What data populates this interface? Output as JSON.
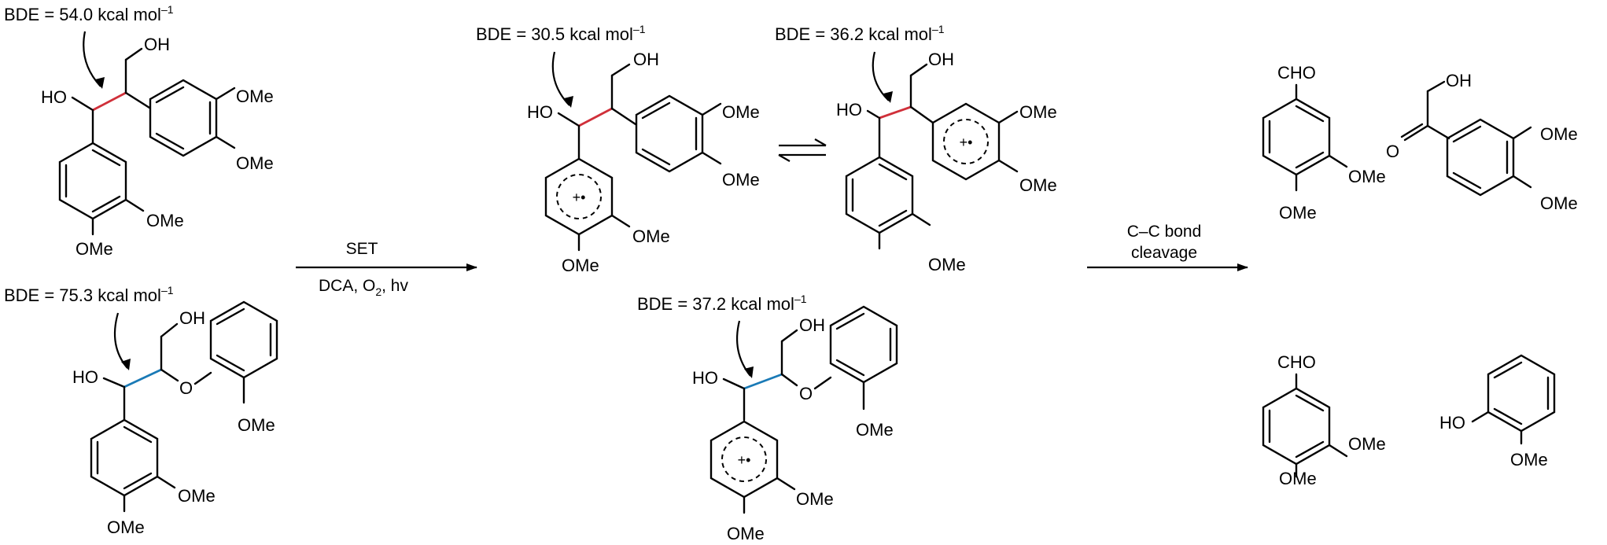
{
  "bde_labels": {
    "m1": "BDE = 54.0 kcal mol",
    "m2": "BDE = 75.3 kcal mol",
    "m3": "BDE = 30.5 kcal mol",
    "m4": "BDE = 36.2 kcal mol",
    "m5": "BDE = 37.2 kcal mol",
    "unit_sup": "–1"
  },
  "atoms": {
    "oh": "OH",
    "ho": "HO",
    "ome": "OMe",
    "o": "O",
    "cho": "CHO",
    "rc": "+•"
  },
  "arrows": {
    "set_top": "SET",
    "set_bottom_a": "DCA, O",
    "set_bottom_sub": "2",
    "set_bottom_b": ", hv",
    "cleave_line1": "C–C bond",
    "cleave_line2": "cleavage"
  },
  "colors": {
    "beta1_bond": "#d0303a",
    "beta_o4_bond": "#1a7ab6"
  }
}
